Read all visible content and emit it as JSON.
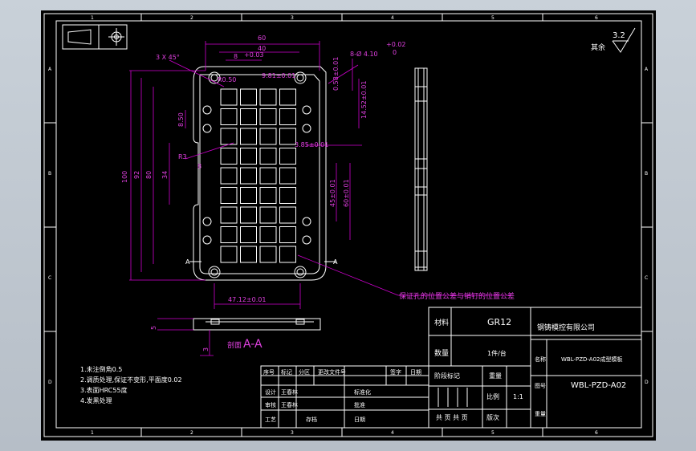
{
  "colors": {
    "line": "#ffffff",
    "dimension": "#e040e0",
    "background": "#000000",
    "outer": "#c2cad2"
  },
  "border_letters": {
    "rows": [
      "A",
      "B",
      "C",
      "D"
    ],
    "cols": [
      "1",
      "2",
      "3",
      "4",
      "5",
      "6"
    ]
  },
  "surface_finish": {
    "value": "3.2",
    "label": "其余"
  },
  "dimensions": {
    "width_60": "60",
    "width_40": "40",
    "pitch_8": "8",
    "pitch_01": "+0.03",
    "chamfer": "3 X 45°",
    "r050": "R0.50",
    "r981": "9.81±0.01",
    "tol_top": "+0.02",
    "tol_bot": "0",
    "holes": "8-Ø 4.10",
    "d058": "0.58±0.01",
    "d1452": "14.52±0.01",
    "d850": "8.50",
    "r3": "R3",
    "d8": "8",
    "d385": "3.85±0.01",
    "h100": "100",
    "h92": "92",
    "h80": "80",
    "h34": "34",
    "h45": "45±0.01",
    "h60": "60±0.01",
    "w4712": "47.12±0.01",
    "sec_a": "A",
    "sec_h5": "5",
    "sec_h3": "3"
  },
  "note_tolerance": "保证孔的位置公差与销钉的位置公差",
  "section_label": {
    "prefix": "剖面",
    "name": "A-A"
  },
  "tech_notes": [
    "1.未注倒角0.5",
    "2.调质处理,保证不变形,平面度0.02",
    "3.表面HRC55度",
    "4.发黑处理"
  ],
  "title_block": {
    "material_label": "材料",
    "material": "GR12",
    "quantity_label": "数量",
    "quantity": "1件/台",
    "company": "钢铸模控有限公司",
    "name_label": "名称",
    "part_name": "WBL-PZD-A02成型模板",
    "drawing_no_label": "图号",
    "drawing_no": "WBL-PZD-A02",
    "weight_label": "重量",
    "stage_label": "阶段标记",
    "scale_label": "比例",
    "scale": "1:1",
    "sheet_a": "共 页 共 页",
    "sheet_b": "版次",
    "rev_headers": [
      "序号",
      "标记",
      "分区",
      "更改文件号",
      "签字",
      "日期"
    ],
    "design_label": "设计",
    "design_name": "王春林",
    "std_label": "标准化",
    "check_label": "审核",
    "check_name": "王春林",
    "approve_label": "批准",
    "process_label": "工艺",
    "date_label": "日期",
    "store_label": "存档"
  }
}
